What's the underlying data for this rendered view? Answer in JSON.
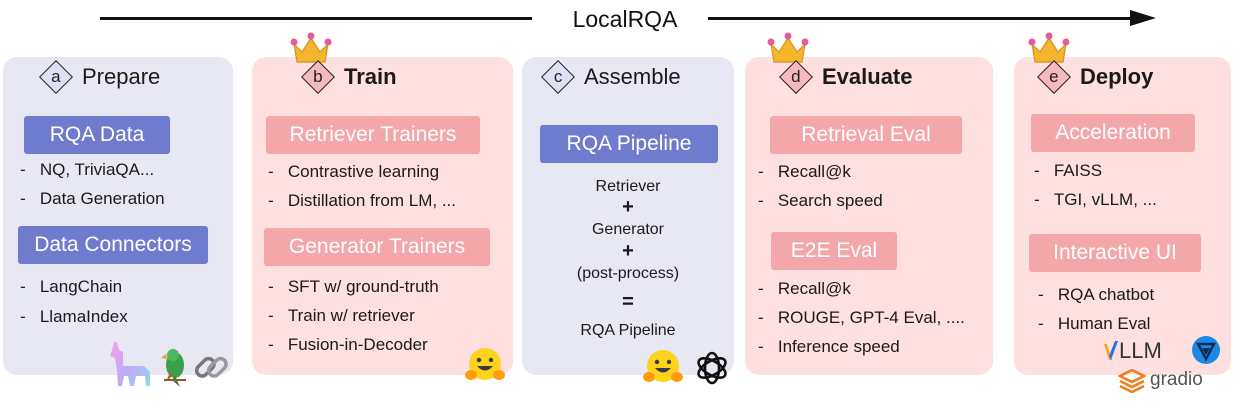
{
  "title": "LocalRQA",
  "stages": [
    {
      "letter": "a",
      "name": "Prepare",
      "groups": [
        {
          "label": "RQA Data",
          "items": [
            "NQ, TriviaQA...",
            "Data Generation"
          ]
        },
        {
          "label": "Data Connectors",
          "items": [
            "LangChain",
            "LlamaIndex"
          ]
        }
      ]
    },
    {
      "letter": "b",
      "name": "Train",
      "groups": [
        {
          "label": "Retriever Trainers",
          "items": [
            "Contrastive learning",
            "Distillation from LM, ..."
          ]
        },
        {
          "label": "Generator Trainers",
          "items": [
            "SFT w/ ground-truth",
            "Train w/ retriever",
            "Fusion-in-Decoder"
          ]
        }
      ]
    },
    {
      "letter": "c",
      "name": "Assemble",
      "pipeline_label": "RQA Pipeline",
      "flow": [
        "Retriever",
        "+",
        "Generator",
        "+",
        "(post-process)",
        "=",
        "RQA Pipeline"
      ]
    },
    {
      "letter": "d",
      "name": "Evaluate",
      "groups": [
        {
          "label": "Retrieval Eval",
          "items": [
            "Recall@k",
            "Search speed"
          ]
        },
        {
          "label": "E2E Eval",
          "items": [
            "Recall@k",
            "ROUGE, GPT-4 Eval, ....",
            "Inference speed"
          ]
        }
      ]
    },
    {
      "letter": "e",
      "name": "Deploy",
      "groups": [
        {
          "label": "Acceleration",
          "items": [
            "FAISS",
            "TGI, vLLM, ..."
          ]
        },
        {
          "label": "Interactive UI",
          "items": [
            "RQA chatbot",
            "Human Eval"
          ]
        }
      ]
    }
  ],
  "logos": {
    "vllm": "LLM",
    "gradio": "gradio"
  },
  "icons": [
    "llama-icon",
    "parrot-icon",
    "chain-link-icon",
    "crown-icon",
    "hugging-face-icon",
    "openai-icon",
    "vllm-logo",
    "tgi-logo",
    "gradio-logo"
  ],
  "colors": {
    "blue_panel": "#e7e8f3",
    "pink_panel": "#fde0df",
    "blue_pill": "#6f7ccd",
    "pink_pill": "#f4a7a9"
  }
}
